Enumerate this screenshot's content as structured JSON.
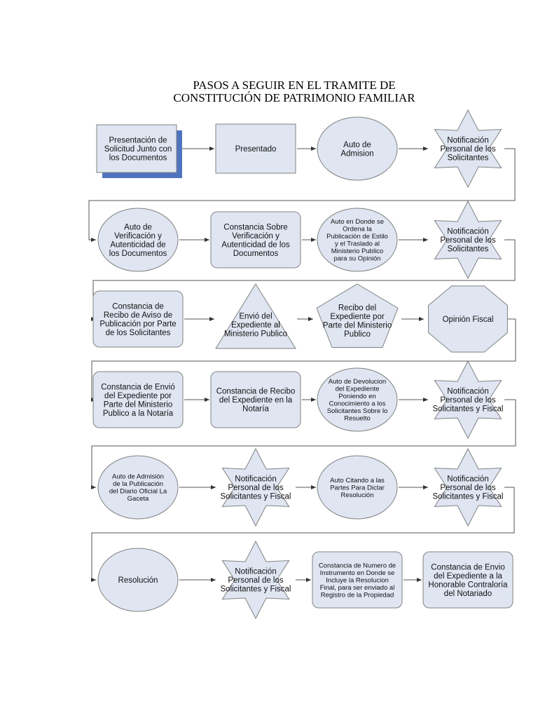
{
  "title": {
    "line1": "PASOS A SEGUIR EN EL TRAMITE DE",
    "line2": "CONSTITUCIÓN DE PATRIMONIO FAMILIAR"
  },
  "colors": {
    "node_fill": "#dfe6f2",
    "node_stroke": "#808080",
    "shadow": "#4f74bf",
    "connector": "#555555"
  },
  "rows": [
    [
      {
        "shape": "rect-shadow",
        "lines": [
          "Presentación de",
          "Solicitud Junto con",
          "los Documentos"
        ]
      },
      {
        "shape": "rect",
        "lines": [
          "Presentado"
        ]
      },
      {
        "shape": "ellipse",
        "lines": [
          "Auto de",
          "Admision"
        ]
      },
      {
        "shape": "star",
        "lines": [
          "Notificación",
          "Personal de los",
          "Solicitantes"
        ]
      }
    ],
    [
      {
        "shape": "ellipse",
        "lines": [
          "Auto de",
          "Verificación y",
          "Autenticidad de",
          "los Documentos"
        ]
      },
      {
        "shape": "roundrect",
        "lines": [
          "Constancia Sobre",
          "Verificación y",
          "Autenticidad de los",
          "Documentos"
        ]
      },
      {
        "shape": "ellipse",
        "small": true,
        "lines": [
          "Auto en Donde se",
          "Ordena la",
          "Publicación de Estilo",
          "y el Traslado al",
          "Ministerio Publico",
          "para su Opinión"
        ]
      },
      {
        "shape": "star",
        "lines": [
          "Notificación",
          "Personal de los",
          "Solicitantes"
        ]
      }
    ],
    [
      {
        "shape": "roundrect",
        "lines": [
          "Constancia de",
          "Recibo de Aviso de",
          "Publicación por Parte",
          "de los Solicitantes"
        ]
      },
      {
        "shape": "triangle",
        "lines": [
          "Envió del",
          "Expediente al",
          "Ministerio Publico"
        ]
      },
      {
        "shape": "pentagon",
        "lines": [
          "Recibo del",
          "Expediente por",
          "Parte del Ministerio",
          "Publico"
        ]
      },
      {
        "shape": "octagon",
        "lines": [
          "Opinión Fiscal"
        ]
      }
    ],
    [
      {
        "shape": "roundrect",
        "lines": [
          "Constancia de Envió",
          "del Expediente por",
          "Parte del Ministerio",
          "Publico a la Notaría"
        ]
      },
      {
        "shape": "roundrect",
        "lines": [
          "Constancia de Recibo",
          "del Expediente en la",
          "Notaría"
        ]
      },
      {
        "shape": "ellipse",
        "small": true,
        "lines": [
          "Auto de Devolucion",
          "del Expediente",
          "Poniendo en",
          "Conocimiento a los",
          "Solicitantes Sobre lo",
          "Resuelto"
        ]
      },
      {
        "shape": "star",
        "lines": [
          "Notificación",
          "Personal de los",
          "Solicitantes y Fiscal"
        ]
      }
    ],
    [
      {
        "shape": "ellipse",
        "small": true,
        "lines": [
          "Auto de Admisión",
          "de la Publicación",
          "del Diario Oficial La",
          "Gaceta"
        ]
      },
      {
        "shape": "star",
        "lines": [
          "Notificación",
          "Personal de los",
          "Solicitantes y Fiscal"
        ]
      },
      {
        "shape": "ellipse",
        "small": true,
        "lines": [
          "Auto Citando a las",
          "Partes Para Dictar",
          "Resolución"
        ]
      },
      {
        "shape": "star",
        "lines": [
          "Notificación",
          "Personal de los",
          "Solicitantes y Fiscal"
        ]
      }
    ],
    [
      {
        "shape": "ellipse",
        "lines": [
          "Resolución"
        ]
      },
      {
        "shape": "star",
        "lines": [
          "Notificación",
          "Personal de los",
          "Solicitantes y Fiscal"
        ]
      },
      {
        "shape": "roundrect",
        "small": true,
        "lines": [
          "Constancia de Numero de",
          "Instrumento en Donde se",
          "Incluye la Resolucion",
          "Final, para ser enviado al",
          "Registro de la Propiedad"
        ]
      },
      {
        "shape": "roundrect",
        "lines": [
          "Constancia de Envio",
          "del Expediente a la",
          "Honorable Contraloría",
          "del Notariado"
        ]
      }
    ]
  ]
}
